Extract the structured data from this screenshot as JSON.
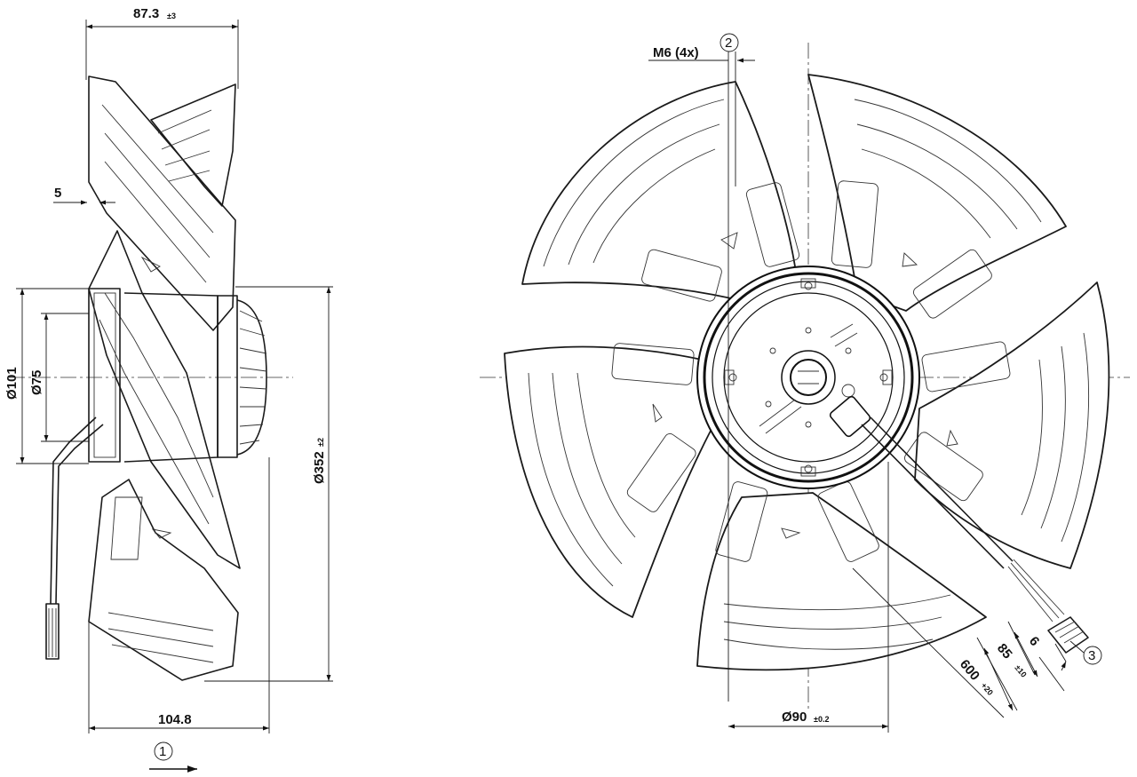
{
  "dimensions": {
    "width_top": {
      "value": "87.3",
      "tol": "±3"
    },
    "offset_5": {
      "value": "5"
    },
    "dia_101": {
      "value": "Ø101"
    },
    "dia_75": {
      "value": "Ø75"
    },
    "dia_352": {
      "value": "Ø352",
      "tol": "±2"
    },
    "width_bottom": {
      "value": "104.8"
    },
    "screw": {
      "value": "M6 (4x)"
    },
    "dia_90": {
      "value": "Ø90",
      "tol": "±0.2"
    },
    "cable_600": {
      "value": "600",
      "tol": "+20"
    },
    "cable_85": {
      "value": "85",
      "tol": "±10"
    },
    "strip_6": {
      "value": "6"
    }
  },
  "callouts": {
    "c1": "1",
    "c2": "2",
    "c3": "3"
  }
}
